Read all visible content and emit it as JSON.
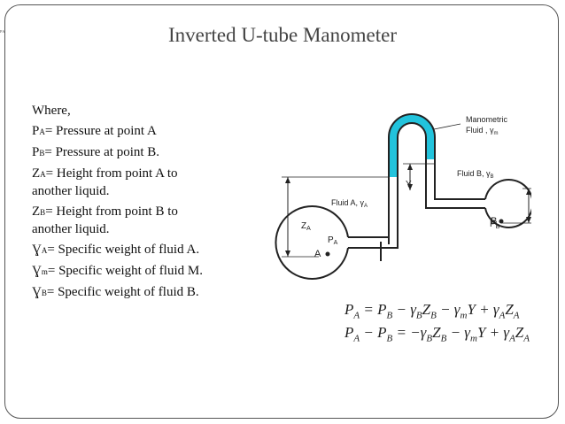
{
  "slide": {
    "corner_mark": "ᴾᴬ",
    "title": "Inverted U-tube Manometer",
    "where": "Where,",
    "definitions": [
      {
        "sym": "P",
        "sub": "A",
        "text": "= Pressure at point A"
      },
      {
        "sym": "P",
        "sub": "B",
        "text": "= Pressure at point B."
      },
      {
        "sym": "Z",
        "sub": "A",
        "text": "= Height from point A to",
        "cont": "another liquid."
      },
      {
        "sym": "Z",
        "sub": "B",
        "text": "=  Height from point B to",
        "cont": "another liquid."
      },
      {
        "sym": "Ɣ",
        "sub": "A",
        "text": "= Specific weight of fluid A."
      },
      {
        "sym": "Ɣ",
        "sub": "m",
        "text": "= Specific weight of fluid M."
      },
      {
        "sym": "Ɣ",
        "sub": "B",
        "text": "=  Specific weight of fluid B."
      }
    ]
  },
  "diagram": {
    "manometric_fluid": "Manometric",
    "manometric_fluid_2": "Fluid , γ",
    "manometric_fluid_sub": "m",
    "fluid_b": "Fluid B, γ",
    "fluid_b_sub": "B",
    "fluid_a": "Fluid A, γ",
    "fluid_a_sub": "A",
    "label_y": "Y",
    "label_za": "Z",
    "label_za_sub": "A",
    "label_zb": "Z",
    "label_zb_sub": "B",
    "label_pa": "P",
    "label_pa_sub": "A",
    "label_pb": "P",
    "label_pb_sub": "B",
    "label_a": "A",
    "label_b": "B",
    "manometric_color": "#22c3dc"
  },
  "equations": {
    "eq1": {
      "lhs": "P",
      "lhs_sub": "A",
      "rhs": "= P",
      "rhs_sub": "B",
      "t1": " − γ",
      "t1_sub": "B",
      "t1b": "Z",
      "t1b_sub": "B",
      "t2": " − γ",
      "t2_sub": "m",
      "t2b": "Y + γ",
      "t2b_sub": "A",
      "t3": "Z",
      "t3_sub": "A"
    },
    "eq2": {
      "lhs": "P",
      "lhs_sub": "A",
      "mid": " − P",
      "mid_sub": "B",
      "rhs": " = −γ",
      "rhs_sub": "B",
      "t1b": "Z",
      "t1b_sub": "B",
      "t2": " − γ",
      "t2_sub": "m",
      "t2b": "Y + γ",
      "t2b_sub": "A",
      "t3": "Z",
      "t3_sub": "A"
    }
  }
}
